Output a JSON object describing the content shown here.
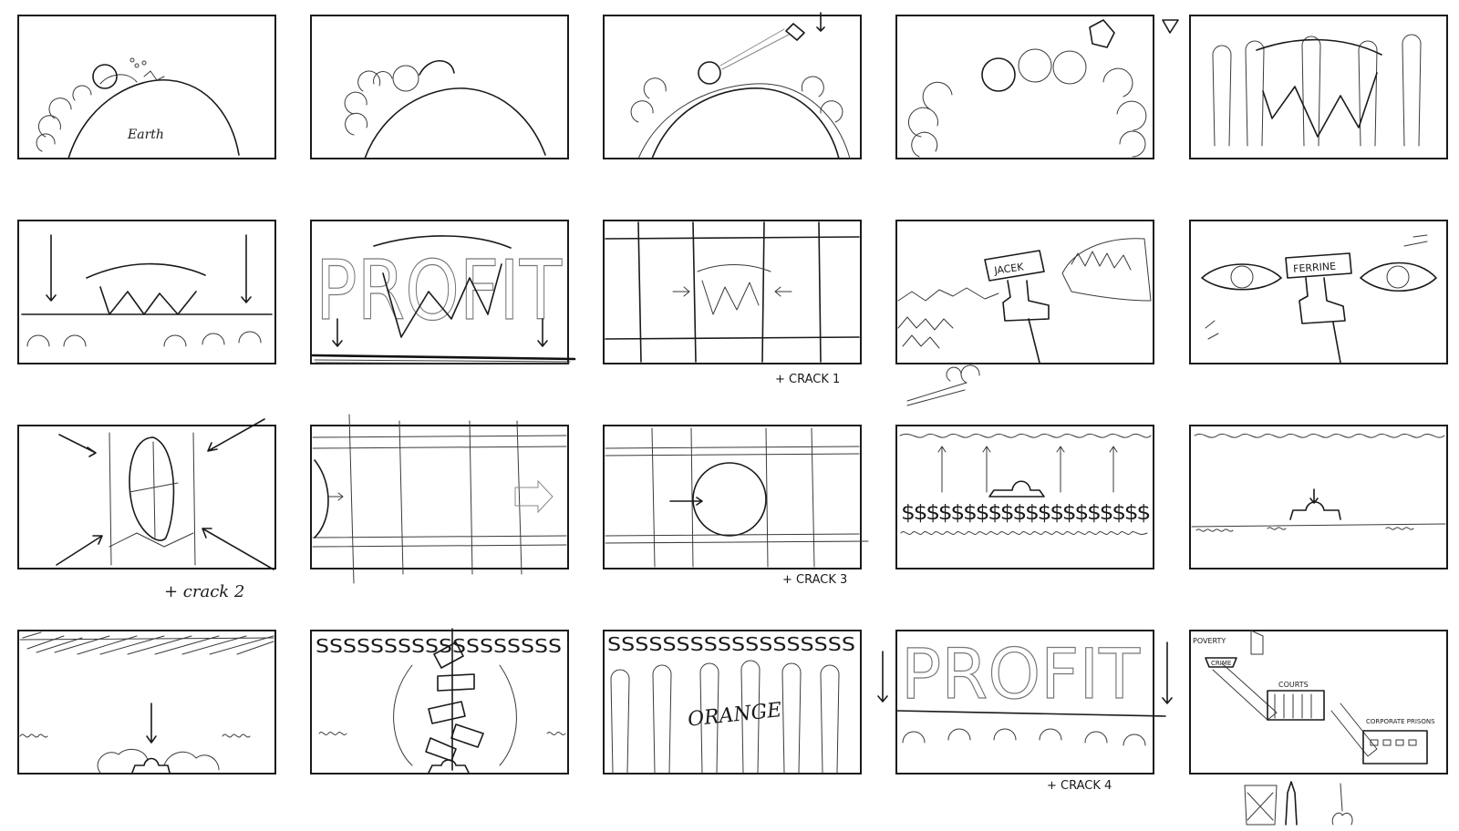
{
  "panels": {
    "p1": {
      "label": "Earth"
    },
    "p9": {
      "sign": "JACEK"
    },
    "p10": {
      "sign": "FERRINE"
    },
    "p7": {
      "big_word": "PROFIT"
    },
    "p18": {
      "word": "ORANGE"
    },
    "p19": {
      "big_word": "PROFIT"
    },
    "p20": {
      "poverty": "POVERTY",
      "crime": "CRIME",
      "courts": "COURTS",
      "prisons": "CORPORATE PRISONS"
    }
  },
  "notes": {
    "crack1": "+ CRACK 1",
    "crack2": "+ crack 2",
    "crack3": "+ CRACK 3",
    "crack4": "+ CRACK 4"
  }
}
